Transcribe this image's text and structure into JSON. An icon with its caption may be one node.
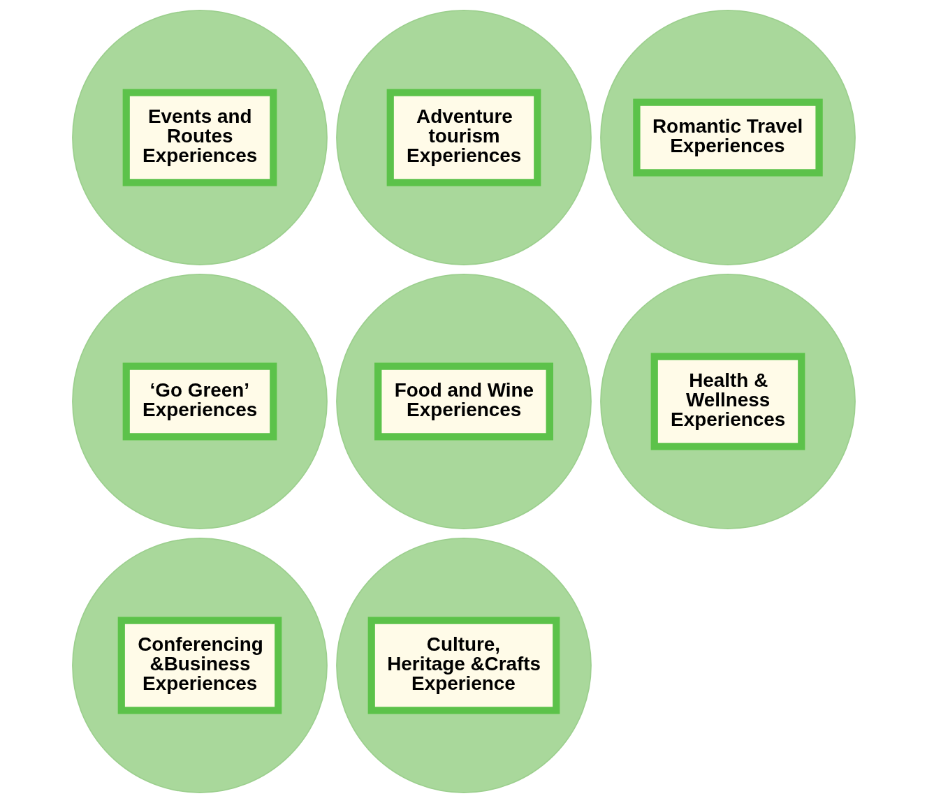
{
  "diagram": {
    "nodes": [
      {
        "text": [
          "Adventure tourism Experiences"
        ]
      },
      {
        "text": [
          "Romantic Travel Experiences"
        ]
      },
      {
        "text": [
          "Events and Routes Experiences"
        ]
      },
      {
        "text": [
          "Food and Wine Experiences"
        ]
      },
      {
        "text": [
          "Health & Wellness Experiences"
        ]
      },
      {
        "text": [
          "‘Go Green’ Experiences"
        ]
      },
      {
        "text": [
          "Conferencing &Business Experiences"
        ]
      },
      {
        "text": [
          "Culture, Heritage &Crafts Experience"
        ]
      }
    ]
  }
}
